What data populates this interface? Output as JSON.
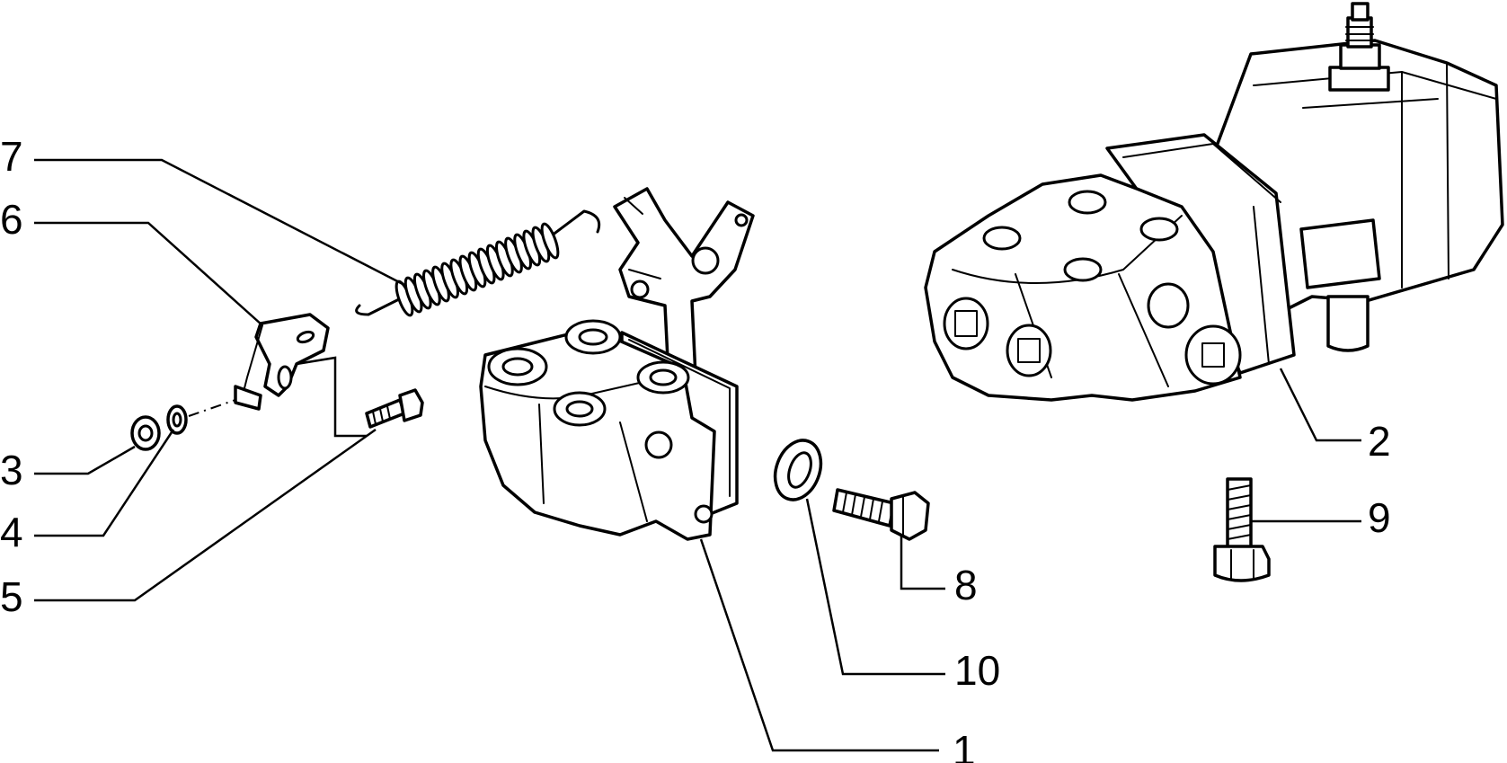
{
  "callouts": [
    {
      "id": "1",
      "text": "1"
    },
    {
      "id": "2",
      "text": "2"
    },
    {
      "id": "3",
      "text": "3"
    },
    {
      "id": "4",
      "text": "4"
    },
    {
      "id": "5",
      "text": "5"
    },
    {
      "id": "6",
      "text": "6"
    },
    {
      "id": "7",
      "text": "7"
    },
    {
      "id": "8",
      "text": "8"
    },
    {
      "id": "9",
      "text": "9"
    },
    {
      "id": "10",
      "text": "10"
    }
  ],
  "colors": {
    "ink": "#000000",
    "paper": "#ffffff"
  }
}
